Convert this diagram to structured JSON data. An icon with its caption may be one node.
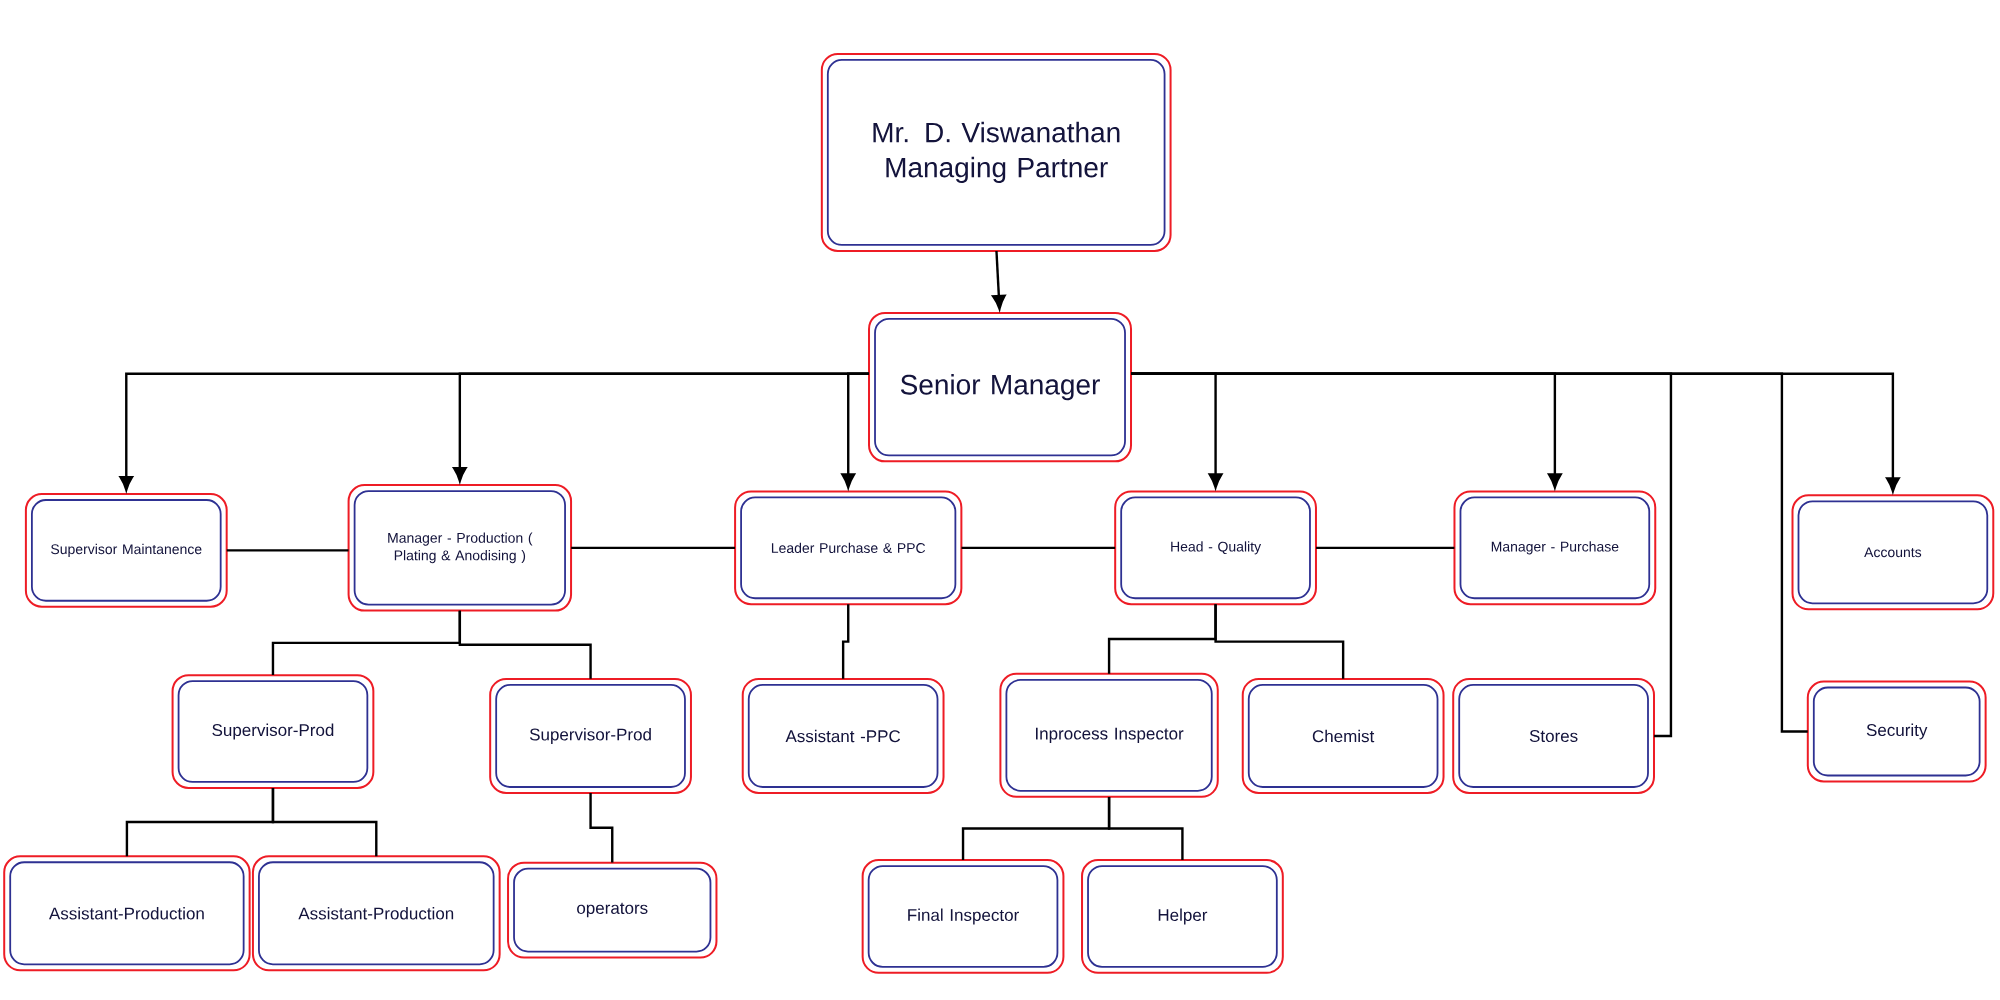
{
  "diagram": {
    "nodes": [
      {
        "text": [
          "Mr. D. Viswanathan",
          "Managing Partner"
        ]
      },
      {
        "text": [
          "Senior Manager"
        ]
      },
      {
        "text": [
          "Supervisor Maintanence"
        ]
      },
      {
        "text": [
          "Manager - Production ( Plating & Anodising )"
        ]
      },
      {
        "text": [
          "Leader Purchase & PPC"
        ]
      },
      {
        "text": [
          "Head - Quality"
        ]
      },
      {
        "text": [
          "Manager - Purchase"
        ]
      },
      {
        "text": [
          "Accounts"
        ]
      },
      {
        "text": [
          "Supervisor-Prod"
        ]
      },
      {
        "text": [
          "Supervisor-Prod"
        ]
      },
      {
        "text": [
          "Assistant -PPC"
        ]
      },
      {
        "text": [
          "Inprocess Inspector"
        ]
      },
      {
        "text": [
          "Chemist"
        ]
      },
      {
        "text": [
          "Stores"
        ]
      },
      {
        "text": [
          "Security"
        ]
      },
      {
        "text": [
          "Assistant-Production"
        ]
      },
      {
        "text": [
          "Assistant-Production"
        ]
      },
      {
        "text": [
          "operators"
        ]
      },
      {
        "text": [
          "Final Inspector"
        ]
      },
      {
        "text": [
          "Helper"
        ]
      }
    ],
    "edges": [
      {
        "from": 0,
        "to": 1,
        "arrow": "to"
      },
      {
        "from": 1,
        "to": 2,
        "arrow": "to"
      },
      {
        "from": 1,
        "to": 3,
        "arrow": "to"
      },
      {
        "from": 1,
        "to": 4,
        "arrow": "to"
      },
      {
        "from": 1,
        "to": 5,
        "arrow": "to"
      },
      {
        "from": 1,
        "to": 6,
        "arrow": "to"
      },
      {
        "from": 1,
        "to": 7,
        "arrow": "to"
      },
      {
        "from": 1,
        "to": 13,
        "arrow": "none"
      },
      {
        "from": 1,
        "to": 14,
        "arrow": "none"
      },
      {
        "from": 2,
        "to": 3,
        "arrow": "none"
      },
      {
        "from": 3,
        "to": 4,
        "arrow": "none"
      },
      {
        "from": 4,
        "to": 5,
        "arrow": "none"
      },
      {
        "from": 5,
        "to": 6,
        "arrow": "none"
      },
      {
        "from": 3,
        "to": 8,
        "arrow": "none"
      },
      {
        "from": 3,
        "to": 9,
        "arrow": "none"
      },
      {
        "from": 4,
        "to": 10,
        "arrow": "none"
      },
      {
        "from": 5,
        "to": 11,
        "arrow": "none"
      },
      {
        "from": 5,
        "to": 12,
        "arrow": "none"
      },
      {
        "from": 8,
        "to": 15,
        "arrow": "none"
      },
      {
        "from": 8,
        "to": 16,
        "arrow": "none"
      },
      {
        "from": 9,
        "to": 17,
        "arrow": "none"
      },
      {
        "from": 11,
        "to": 18,
        "arrow": "none"
      },
      {
        "from": 11,
        "to": 19,
        "arrow": "none"
      }
    ]
  }
}
